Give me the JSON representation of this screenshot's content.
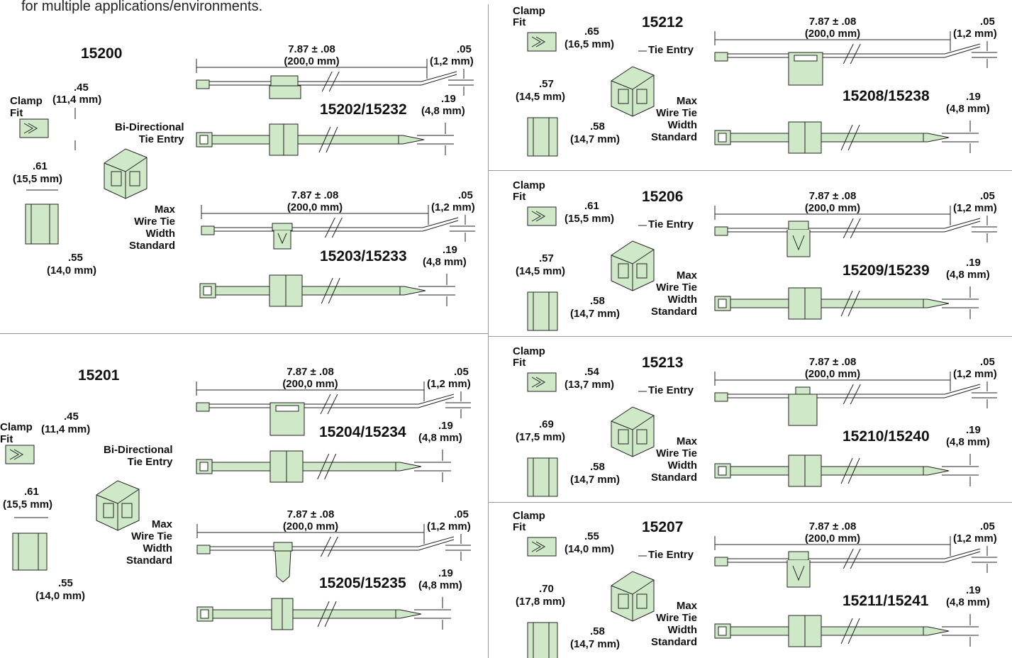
{
  "intro_text": "for multiple applications/environments.",
  "common": {
    "length_in": "7.87 ± .08",
    "length_mm": "(200,0 mm)",
    "thin_in": ".05",
    "thin_mm": "(1,2 mm)",
    "width_in": ".19",
    "width_mm": "(4,8 mm)",
    "clamp_fit": [
      "Clamp",
      "Fit"
    ],
    "tie_entry": "Tie Entry",
    "bi_directional_tie_entry": [
      "Bi-Directional",
      "Tie Entry"
    ],
    "max_wire_tie": [
      "Max",
      "Wire Tie",
      "Width",
      "Standard"
    ]
  },
  "panels": [
    {
      "id": "15200",
      "tie_pair": "15202/15232",
      "dims": [
        ".45",
        "(11,4 mm)",
        ".61",
        "(15,5 mm)",
        ".55",
        "(14,0 mm)"
      ]
    },
    {
      "id": "15201",
      "tie_pair": "15204/15234",
      "dims": [
        ".45",
        "(11,4 mm)",
        ".61",
        "(15,5 mm)",
        ".55",
        "(14,0 mm)"
      ],
      "tie_pair_2": "15205/15235"
    },
    {
      "id": "15212",
      "tie_pair": "15208/15238",
      "dims": [
        ".65",
        "(16,5 mm)",
        ".57",
        "(14,5 mm)",
        ".58",
        "(14,7 mm)"
      ]
    },
    {
      "id": "15206",
      "tie_pair": "15209/15239",
      "dims": [
        ".61",
        "(15,5 mm)",
        ".57",
        "(14,5 mm)",
        ".58",
        "(14,7 mm)"
      ]
    },
    {
      "id": "15213",
      "tie_pair": "15210/15240",
      "dims": [
        ".54",
        "(13,7 mm)",
        ".69",
        "(17,5 mm)",
        ".58",
        "(14,7 mm)"
      ]
    },
    {
      "id": "15207",
      "tie_pair": "15211/15241",
      "dims": [
        ".55",
        "(14,0 mm)",
        ".70",
        "(17,8 mm)",
        ".58",
        "(14,7 mm)"
      ]
    }
  ],
  "left_second": {
    "tie_pair": "15203/15233"
  }
}
